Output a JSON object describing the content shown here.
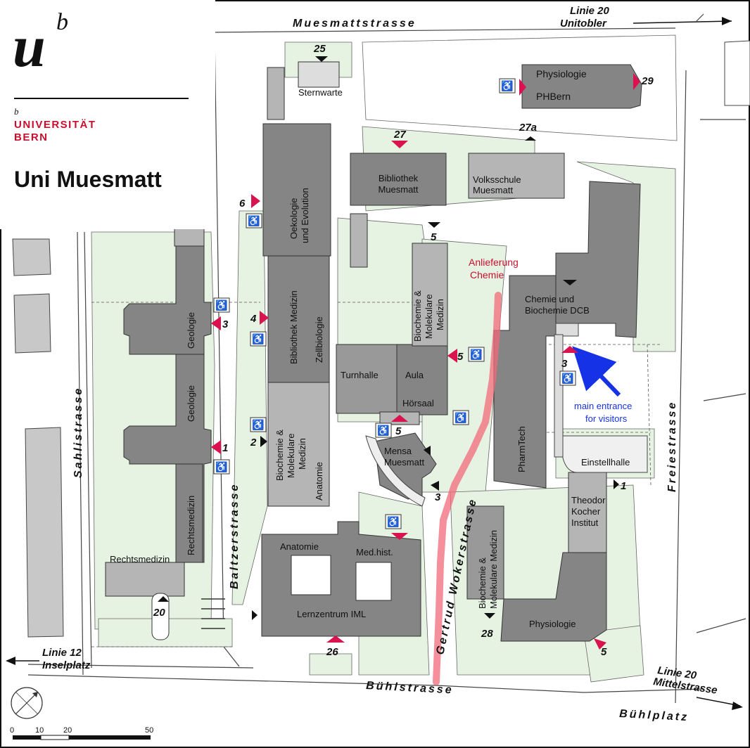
{
  "header": {
    "logo_text": "u",
    "logo_superscript": "b",
    "uni_superscript": "b",
    "uni_line1": "UNIVERSITÄT",
    "uni_line2": "BERN",
    "title": "Uni Muesmatt"
  },
  "streets": {
    "muesmattstrasse": "Muesmattstrasse",
    "sahlistrasse": "Sahlistrasse",
    "baltzerstrasse": "Baltzerstrasse",
    "gertrud_wokerstrasse": "Gertrud Wokerstrasse",
    "buehlstrasse": "Bühlstrasse",
    "freiestrasse": "Freiestrasse",
    "buehlplatz": "Bühlplatz"
  },
  "transit": {
    "linie20_unitobler_l1": "Linie 20",
    "linie20_unitobler_l2": "Unitobler",
    "linie12_l1": "Linie 12",
    "linie12_l2": "Inselplatz",
    "linie20_mittel_l1": "Linie 20",
    "linie20_mittel_l2": "Mittelstrasse"
  },
  "buildings": {
    "sternwarte": "Sternwarte",
    "physiologie_top": "Physiologie",
    "phbern": "PHBern",
    "bibliothek_muesmatt_l1": "Bibliothek",
    "bibliothek_muesmatt_l2": "Muesmatt",
    "volksschule_l1": "Volksschule",
    "volksschule_l2": "Muesmatt",
    "oekologie_l1": "Oekologie",
    "oekologie_l2": "und Evolution",
    "bib_medizin": "Bibliothek Medizin",
    "zellbiologie": "Zellbiologie",
    "geologie_upper": "Geologie",
    "geologie_lower": "Geologie",
    "rechtsmedizin_v": "Rechtsmedizin",
    "rechtsmedizin_h": "Rechtsmedizin",
    "biochem_left_l1": "Biochemie &",
    "biochem_left_l2": "Molekulare",
    "biochem_left_l3": "Medizin",
    "anatomie_v": "Anatomie",
    "biochem_mid_l1": "Biochemie &",
    "biochem_mid_l2": "Molekulare",
    "biochem_mid_l3": "Medizin",
    "turnhalle": "Turnhalle",
    "aula": "Aula",
    "hoersaal": "Hörsaal",
    "mensa_l1": "Mensa",
    "mensa_l2": "Muesmatt",
    "anatomie_h": "Anatomie",
    "med_hist": "Med.hist.",
    "lernzentrum": "Lernzentrum IML",
    "chemie_l1": "Chemie und",
    "chemie_l2": "Biochemie DCB",
    "pharmtech": "PharmTech",
    "einstellhalle": "Einstellhalle",
    "kocher_l1": "Theodor",
    "kocher_l2": "Kocher",
    "kocher_l3": "Institut",
    "biochem_right_l1": "Biochemie &",
    "biochem_right_l2": "Molekulare Medizin",
    "physiologie_bottom": "Physiologie"
  },
  "annotations": {
    "anlieferung_l1": "Anlieferung",
    "anlieferung_l2": "Chemie",
    "main_entrance_l1": "main entrance",
    "main_entrance_l2": "for visitors"
  },
  "entrances": {
    "n25": "25",
    "n29": "29",
    "n27": "27",
    "n27a": "27a",
    "n6": "6",
    "n5_top": "5",
    "n3_geo": "3",
    "n4": "4",
    "n5_bio": "5",
    "n1_geo": "1",
    "n2": "2",
    "n5_mensa": "5",
    "n3_mensa": "3",
    "n3_pharm": "3",
    "n1_kocher": "1",
    "n20": "20",
    "n26": "26",
    "n28": "28",
    "n5_phys": "5"
  },
  "scale": {
    "s0": "0",
    "s10": "10",
    "s20": "20",
    "s50": "50"
  },
  "colors": {
    "building": "#858585",
    "building_light": "#b5b5b5",
    "green": "#e6f3e3",
    "entrance_red": "#d9134f",
    "route_red": "#f26a7a",
    "arrow_blue": "#1532e6",
    "uni_red": "#c8102e"
  }
}
